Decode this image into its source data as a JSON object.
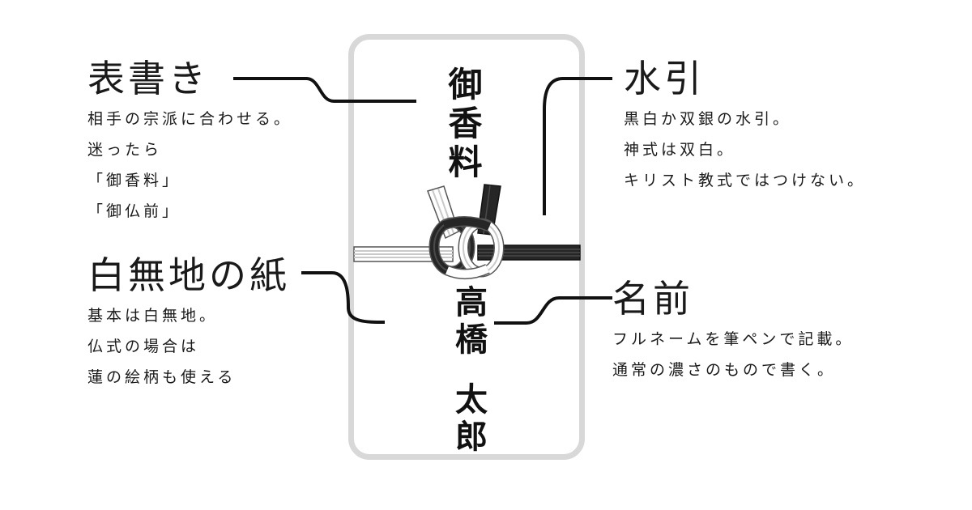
{
  "envelope": {
    "purpose_text": "御香料",
    "surname": "高橋",
    "given_name": "太郎",
    "border_color": "#d8d8d8"
  },
  "mizuhiki": {
    "white_cord_color": "#c9c9c9",
    "black_cord_color": "#262626"
  },
  "callouts": {
    "omotegaki": {
      "title": "表書き",
      "lines": [
        "相手の宗派に合わせる。",
        "迷ったら",
        "「御香料」",
        "「御仏前」"
      ]
    },
    "paper": {
      "title": "白無地の紙",
      "lines": [
        "基本は白無地。",
        "仏式の場合は",
        "蓮の絵柄も使える"
      ]
    },
    "mizuhiki": {
      "title": "水引",
      "lines": [
        "黒白か双銀の水引。",
        "神式は双白。",
        "キリスト教式ではつけない。"
      ]
    },
    "name": {
      "title": "名前",
      "lines": [
        "フルネームを筆ペンで記載。",
        "通常の濃さのもので書く。"
      ]
    }
  }
}
